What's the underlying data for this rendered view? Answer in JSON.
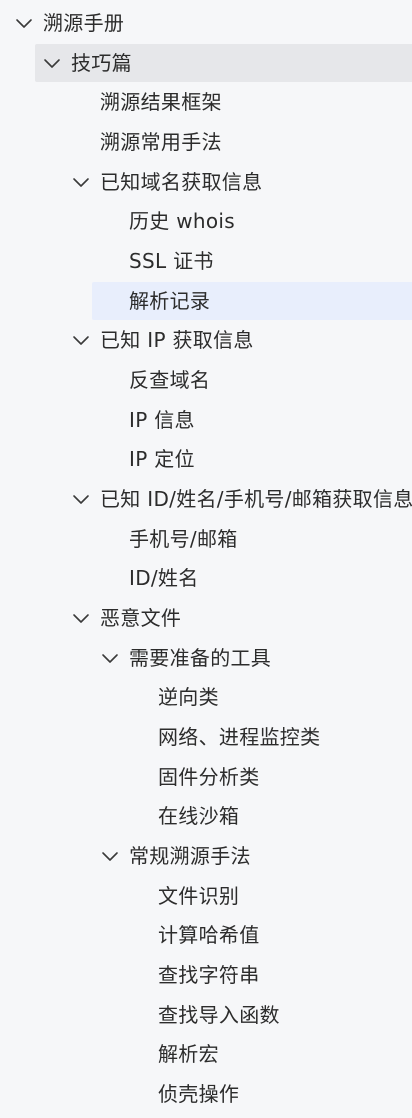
{
  "tree": [
    {
      "label": "溯源手册",
      "level": 0,
      "expandable": true,
      "expanded": true
    },
    {
      "label": "技巧篇",
      "level": 1,
      "expandable": true,
      "expanded": true,
      "highlight": "gray"
    },
    {
      "label": "溯源结果框架",
      "level": 2,
      "expandable": false
    },
    {
      "label": "溯源常用手法",
      "level": 2,
      "expandable": false
    },
    {
      "label": "已知域名获取信息",
      "level": 2,
      "expandable": true,
      "expanded": true
    },
    {
      "label": "历史 whois",
      "level": 3,
      "expandable": false
    },
    {
      "label": "SSL 证书",
      "level": 3,
      "expandable": false
    },
    {
      "label": "解析记录",
      "level": 3,
      "expandable": false,
      "highlight": "blue"
    },
    {
      "label": "已知 IP 获取信息",
      "level": 2,
      "expandable": true,
      "expanded": true
    },
    {
      "label": "反查域名",
      "level": 3,
      "expandable": false
    },
    {
      "label": "IP 信息",
      "level": 3,
      "expandable": false
    },
    {
      "label": "IP 定位",
      "level": 3,
      "expandable": false
    },
    {
      "label": "已知 ID/姓名/手机号/邮箱获取信息",
      "level": 2,
      "expandable": true,
      "expanded": true
    },
    {
      "label": "手机号/邮箱",
      "level": 3,
      "expandable": false
    },
    {
      "label": "ID/姓名",
      "level": 3,
      "expandable": false
    },
    {
      "label": "恶意文件",
      "level": 2,
      "expandable": true,
      "expanded": true
    },
    {
      "label": "需要准备的工具",
      "level": 3,
      "expandable": true,
      "expanded": true
    },
    {
      "label": "逆向类",
      "level": 4,
      "expandable": false
    },
    {
      "label": "网络、进程监控类",
      "level": 4,
      "expandable": false
    },
    {
      "label": "固件分析类",
      "level": 4,
      "expandable": false
    },
    {
      "label": "在线沙箱",
      "level": 4,
      "expandable": false
    },
    {
      "label": "常规溯源手法",
      "level": 3,
      "expandable": true,
      "expanded": true
    },
    {
      "label": "文件识别",
      "level": 4,
      "expandable": false
    },
    {
      "label": "计算哈希值",
      "level": 4,
      "expandable": false
    },
    {
      "label": "查找字符串",
      "level": 4,
      "expandable": false
    },
    {
      "label": "查找导入函数",
      "level": 4,
      "expandable": false
    },
    {
      "label": "解析宏",
      "level": 4,
      "expandable": false
    },
    {
      "label": "侦壳操作",
      "level": 4,
      "expandable": false
    }
  ],
  "colors": {
    "background": "#f6f7f9",
    "text": "#2c2c2c",
    "chevron": "#3a3a3a",
    "highlight_gray": "#e6e7ea",
    "highlight_blue": "#e8eefc"
  },
  "icons": {
    "expanded": "chevron-down-icon"
  }
}
